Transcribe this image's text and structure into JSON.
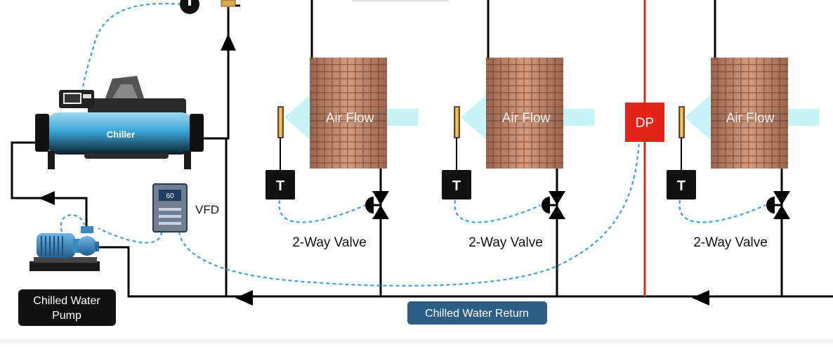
{
  "labels": {
    "chiller": "Chiller",
    "vfd": "VFD",
    "vfd_display": "60",
    "pump": [
      "Chilled Water",
      "Pump"
    ],
    "return": "Chilled Water Return",
    "dp": "DP",
    "sensor": "T",
    "valve": "2-Way Valve",
    "airflow": "Air Flow"
  },
  "colors": {
    "pipe": "#000000",
    "signal": "#3aa0e0",
    "dp_box": "#e3241b",
    "airflow": "#bff2f6",
    "chiller_body": "#3aa6d6",
    "coil": "#b86b4b",
    "label_box": "#111111",
    "return_box": "#2d5f86"
  }
}
